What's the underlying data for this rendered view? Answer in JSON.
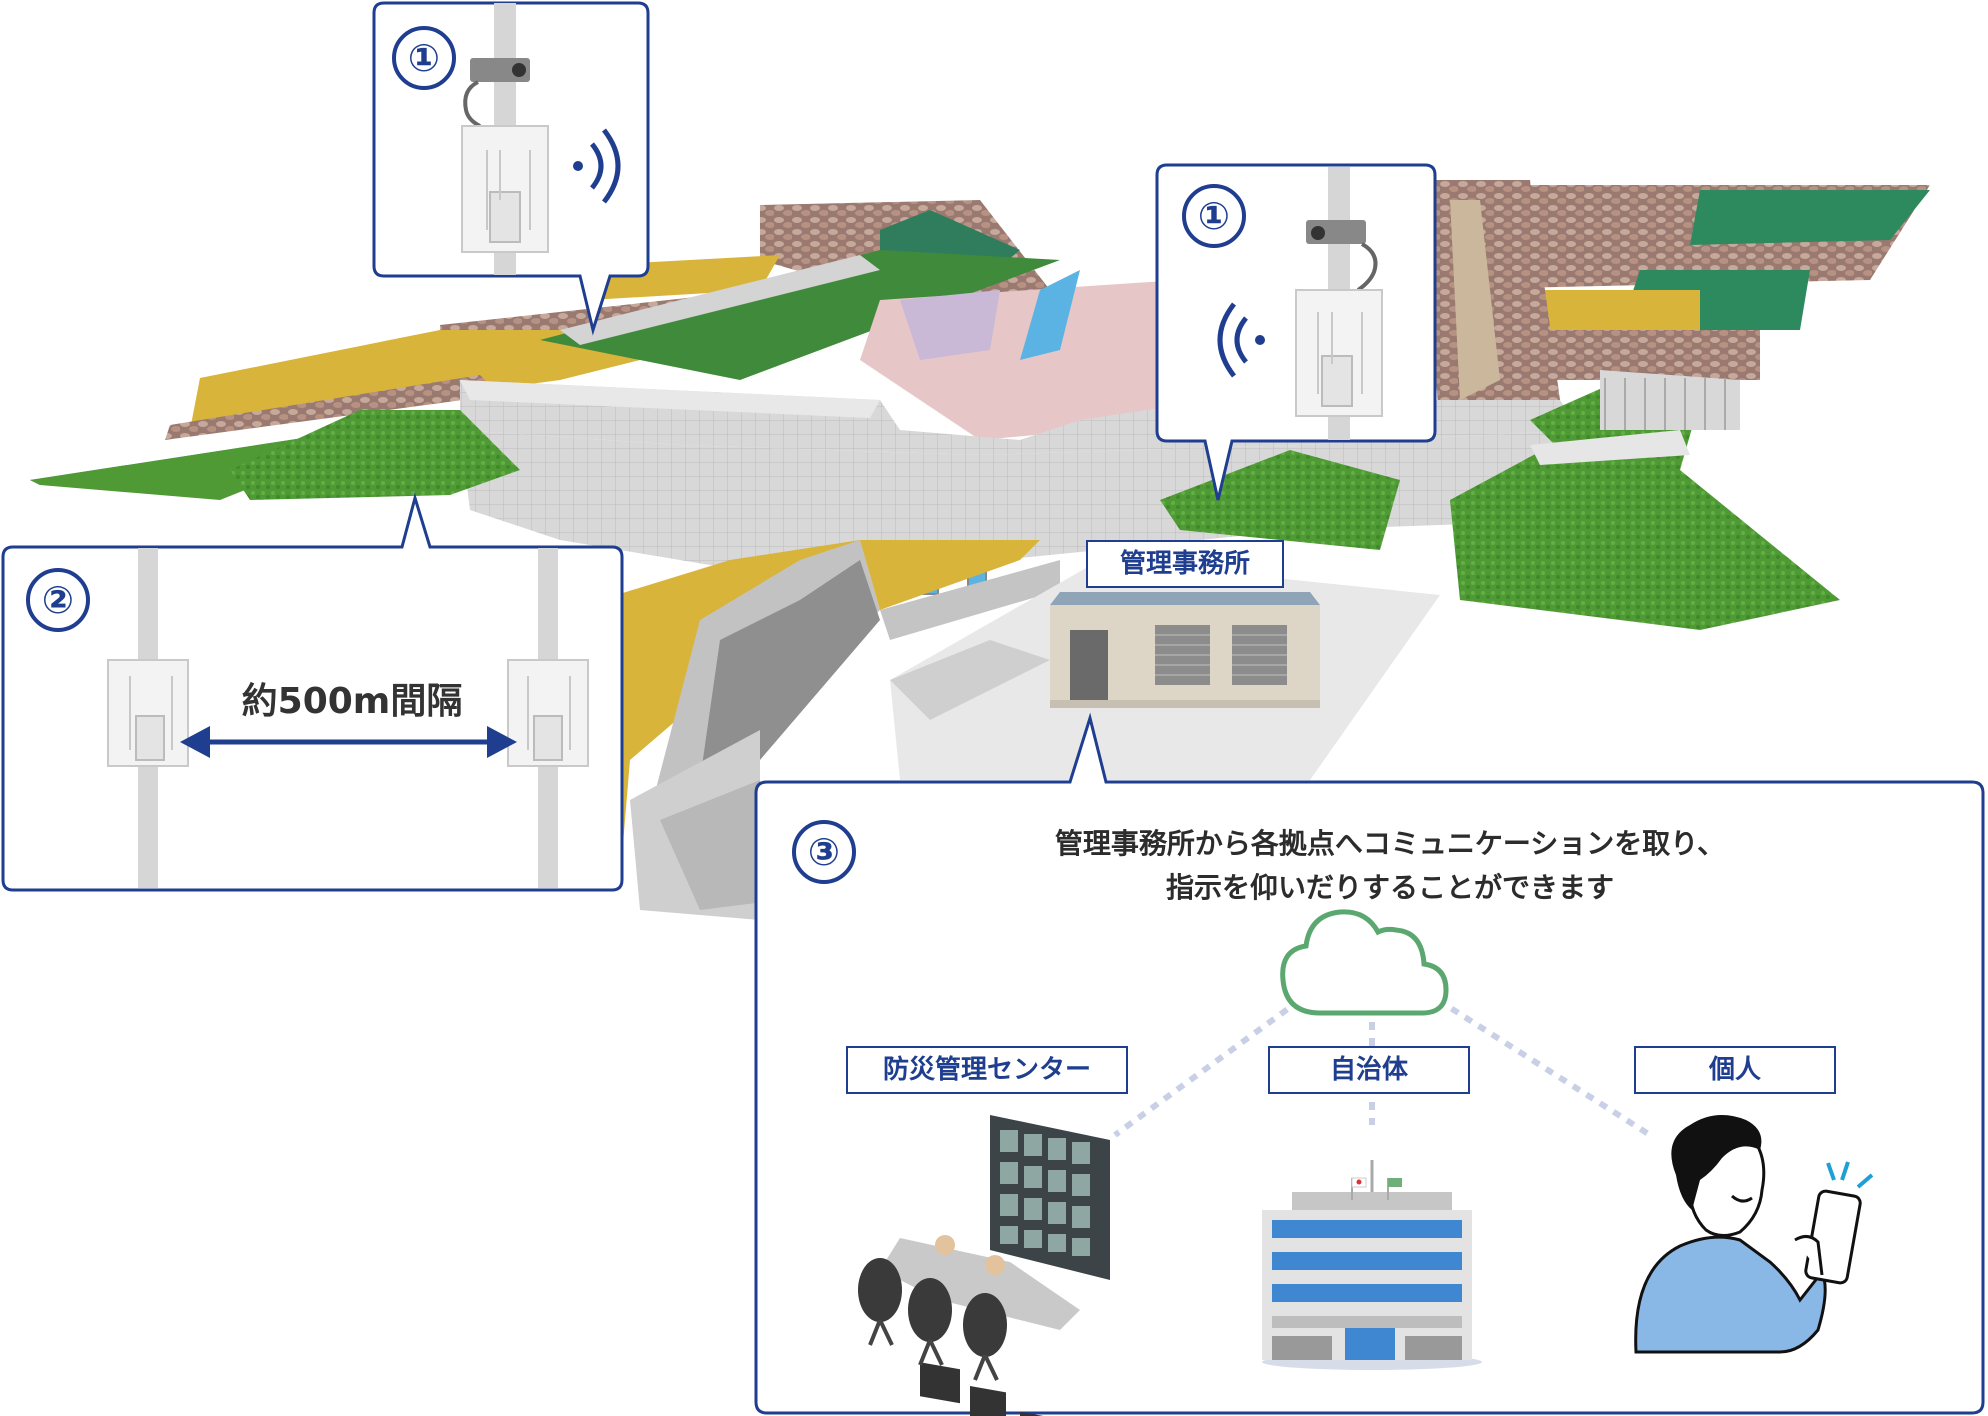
{
  "callout1_left": {
    "number": "①"
  },
  "callout1_right": {
    "number": "①"
  },
  "callout2": {
    "number": "②",
    "distance_label": "約500m間隔"
  },
  "office_label": "管理事務所",
  "callout3": {
    "number": "③",
    "message_line1": "管理事務所から各拠点へコミュニケーションを取り、",
    "message_line2": "指示を仰いだりすることができます",
    "targets": [
      {
        "label": "防災管理センター",
        "icon": "control-room-icon"
      },
      {
        "label": "自治体",
        "icon": "government-building-icon"
      },
      {
        "label": "個人",
        "icon": "person-with-smartphone-icon"
      }
    ],
    "cloud_icon": "cloud-icon"
  },
  "colors": {
    "accent_navy": "#1f3e8f",
    "cloud_green": "#5aa86f",
    "grass_green": "#4f9a35",
    "field_yellow": "#d9b43b",
    "wall_gray": "#cfcfcf",
    "pink_slope": "#e7c6c8",
    "building_blue": "#3f87d1"
  }
}
